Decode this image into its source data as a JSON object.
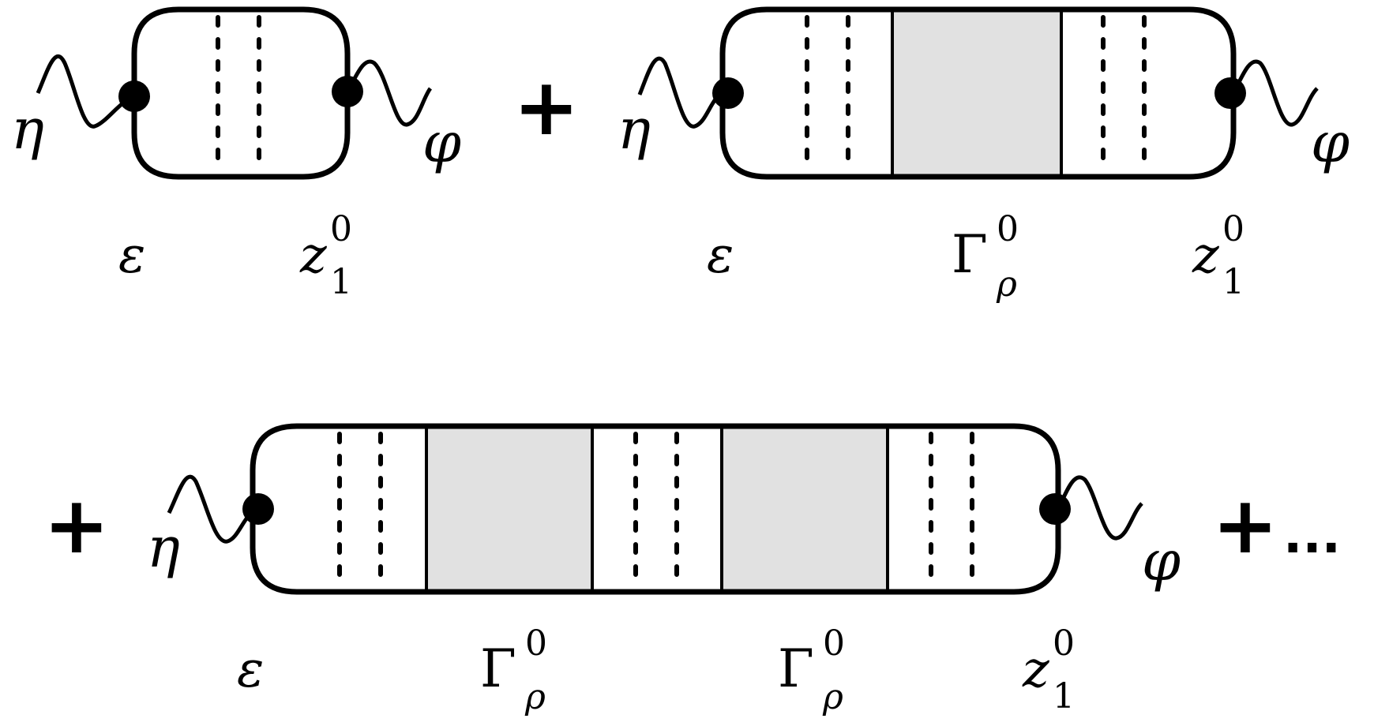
{
  "colors": {
    "line": "#000000",
    "block_fill": "#e1e1e1",
    "background": "#ffffff"
  },
  "symbols": {
    "eta": "η",
    "phi": "φ",
    "epsilon": "ε",
    "z_base": "z",
    "z_sub": "1",
    "z_sup": "0",
    "gamma_base": "Γ",
    "gamma_sub": "ρ",
    "gamma_sup": "0"
  },
  "operators": {
    "plus": "+",
    "ellipsis": "..."
  },
  "diagrams": [
    {
      "id": "term-1",
      "segments": [
        "ladder"
      ],
      "labels": [
        "epsilon",
        "z"
      ]
    },
    {
      "id": "term-2",
      "segments": [
        "ladder",
        "block",
        "ladder"
      ],
      "labels": [
        "epsilon",
        "gamma",
        "z"
      ]
    },
    {
      "id": "term-3",
      "segments": [
        "ladder",
        "block",
        "ladder",
        "block",
        "ladder"
      ],
      "labels": [
        "epsilon",
        "gamma",
        "gamma",
        "z"
      ]
    }
  ]
}
